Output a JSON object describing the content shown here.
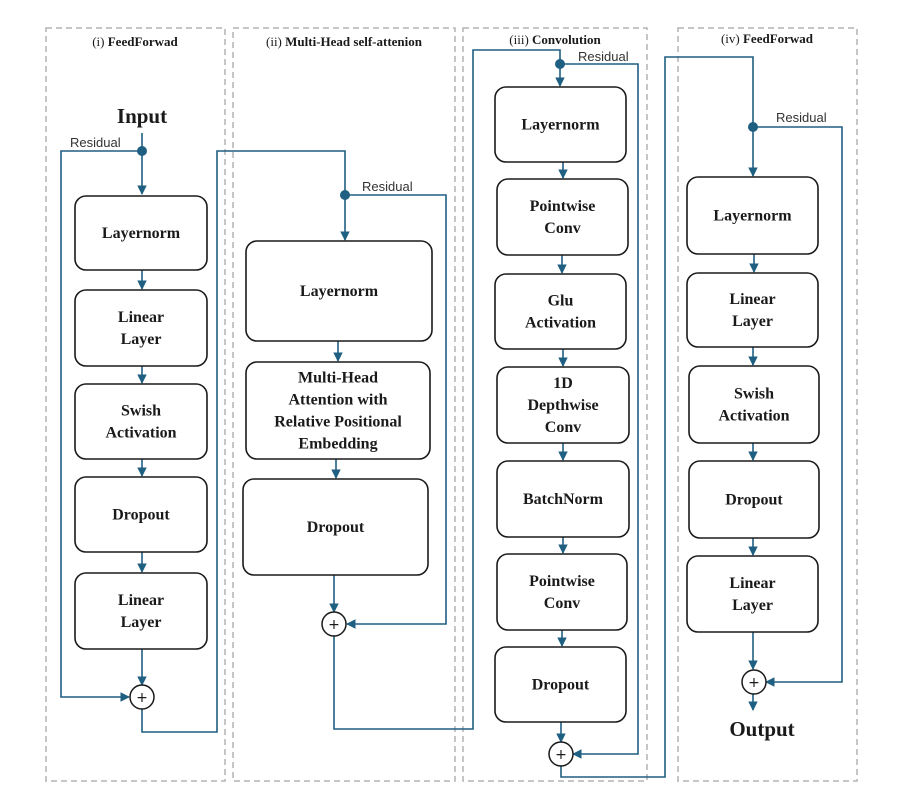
{
  "colors": {
    "connector": "#1f5f82",
    "panel_border": "#b3b3b3",
    "box_border": "#1a1a1a"
  },
  "labels": {
    "input": "Input",
    "output": "Output",
    "residual": "Residual",
    "plus": "+"
  },
  "panels": [
    {
      "prefix": "(i)",
      "name": "FeedForwad",
      "blocks": [
        [
          "Layernorm"
        ],
        [
          "Linear",
          "Layer"
        ],
        [
          "Swish",
          "Activation"
        ],
        [
          "Dropout"
        ],
        [
          "Linear",
          "Layer"
        ]
      ]
    },
    {
      "prefix": "(ii)",
      "name": "Multi-Head self-attenion",
      "blocks": [
        [
          "Layernorm"
        ],
        [
          "Multi-Head",
          "Attention with",
          "Relative Positional",
          "Embedding"
        ],
        [
          "Dropout"
        ]
      ]
    },
    {
      "prefix": "(iii)",
      "name": "Convolution",
      "blocks": [
        [
          "Layernorm"
        ],
        [
          "Pointwise",
          "Conv"
        ],
        [
          "Glu",
          "Activation"
        ],
        [
          "1D",
          "Depthwise",
          "Conv"
        ],
        [
          "BatchNorm"
        ],
        [
          "Pointwise",
          "Conv"
        ],
        [
          "Dropout"
        ]
      ]
    },
    {
      "prefix": "(iv)",
      "name": "FeedForwad",
      "blocks": [
        [
          "Layernorm"
        ],
        [
          "Linear",
          "Layer"
        ],
        [
          "Swish",
          "Activation"
        ],
        [
          "Dropout"
        ],
        [
          "Linear",
          "Layer"
        ]
      ]
    }
  ]
}
